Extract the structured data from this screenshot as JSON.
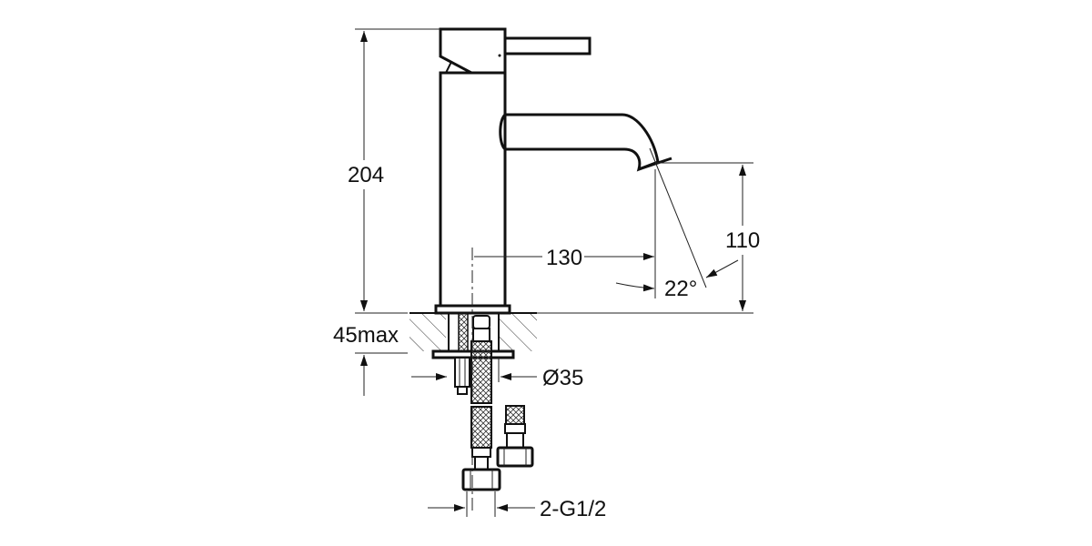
{
  "drawing": {
    "title": "Basin mixer tap dimension drawing",
    "line_color": "#111111",
    "background": "#ffffff"
  },
  "dimensions": {
    "overall_height": "204",
    "spout_reach": "130",
    "spout_height": "110",
    "spout_angle": "22°",
    "deck_thickness": "45max",
    "hole_diameter": "Ø35",
    "connections": "2-G1/2"
  }
}
